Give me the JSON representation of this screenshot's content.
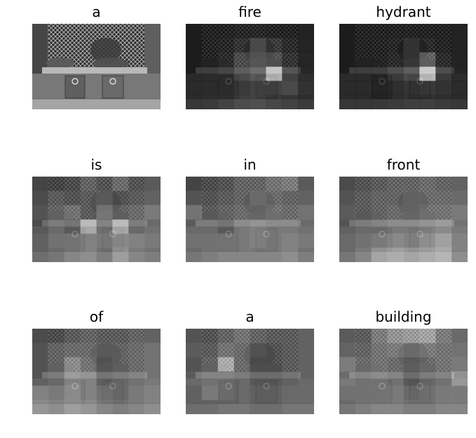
{
  "panels": [
    {
      "title": "a",
      "weights": null
    },
    {
      "title": "fire",
      "weights": [
        [
          0.05,
          0.05,
          0.05,
          0.08,
          0.08,
          0.06,
          0.05,
          0.05
        ],
        [
          0.05,
          0.06,
          0.08,
          0.15,
          0.35,
          0.2,
          0.1,
          0.06
        ],
        [
          0.05,
          0.06,
          0.1,
          0.3,
          0.4,
          0.35,
          0.15,
          0.07
        ],
        [
          0.05,
          0.06,
          0.1,
          0.25,
          0.35,
          0.9,
          0.2,
          0.08
        ],
        [
          0.05,
          0.06,
          0.1,
          0.15,
          0.2,
          0.2,
          0.25,
          0.1
        ],
        [
          0.06,
          0.07,
          0.12,
          0.18,
          0.2,
          0.15,
          0.12,
          0.08
        ]
      ]
    },
    {
      "title": "hydrant",
      "weights": [
        [
          0.05,
          0.05,
          0.05,
          0.05,
          0.05,
          0.05,
          0.05,
          0.05
        ],
        [
          0.05,
          0.05,
          0.06,
          0.08,
          0.2,
          0.1,
          0.06,
          0.05
        ],
        [
          0.05,
          0.05,
          0.06,
          0.1,
          0.2,
          0.45,
          0.1,
          0.05
        ],
        [
          0.05,
          0.05,
          0.06,
          0.15,
          0.25,
          0.95,
          0.15,
          0.06
        ],
        [
          0.05,
          0.05,
          0.06,
          0.08,
          0.12,
          0.15,
          0.1,
          0.06
        ],
        [
          0.05,
          0.05,
          0.06,
          0.08,
          0.1,
          0.1,
          0.08,
          0.06
        ]
      ]
    },
    {
      "title": "is",
      "weights": [
        [
          0.3,
          0.25,
          0.3,
          0.45,
          0.35,
          0.5,
          0.35,
          0.4
        ],
        [
          0.35,
          0.4,
          0.35,
          0.4,
          0.45,
          0.35,
          0.4,
          0.45
        ],
        [
          0.4,
          0.45,
          0.55,
          0.4,
          0.6,
          0.45,
          0.5,
          0.6
        ],
        [
          0.35,
          0.45,
          0.4,
          0.85,
          0.5,
          0.85,
          0.45,
          0.5
        ],
        [
          0.4,
          0.5,
          0.55,
          0.6,
          0.55,
          0.65,
          0.6,
          0.55
        ],
        [
          0.4,
          0.45,
          0.55,
          0.6,
          0.5,
          0.7,
          0.55,
          0.5
        ]
      ]
    },
    {
      "title": "in",
      "weights": [
        [
          0.3,
          0.3,
          0.35,
          0.45,
          0.45,
          0.55,
          0.6,
          0.4
        ],
        [
          0.4,
          0.35,
          0.4,
          0.45,
          0.55,
          0.5,
          0.45,
          0.45
        ],
        [
          0.6,
          0.4,
          0.45,
          0.5,
          0.5,
          0.55,
          0.5,
          0.55
        ],
        [
          0.45,
          0.45,
          0.4,
          0.55,
          0.6,
          0.55,
          0.55,
          0.5
        ],
        [
          0.5,
          0.5,
          0.55,
          0.55,
          0.6,
          0.55,
          0.6,
          0.55
        ],
        [
          0.45,
          0.5,
          0.55,
          0.55,
          0.55,
          0.55,
          0.6,
          0.5
        ]
      ]
    },
    {
      "title": "front",
      "weights": [
        [
          0.35,
          0.35,
          0.4,
          0.45,
          0.45,
          0.5,
          0.45,
          0.45
        ],
        [
          0.4,
          0.4,
          0.45,
          0.45,
          0.5,
          0.5,
          0.5,
          0.5
        ],
        [
          0.45,
          0.4,
          0.45,
          0.5,
          0.5,
          0.55,
          0.55,
          0.6
        ],
        [
          0.4,
          0.45,
          0.5,
          0.55,
          0.55,
          0.6,
          0.65,
          0.55
        ],
        [
          0.45,
          0.5,
          0.6,
          0.65,
          0.6,
          0.7,
          0.8,
          0.6
        ],
        [
          0.45,
          0.55,
          0.75,
          0.8,
          0.75,
          0.8,
          0.85,
          0.6
        ]
      ]
    },
    {
      "title": "of",
      "weights": [
        [
          0.35,
          0.3,
          0.4,
          0.45,
          0.4,
          0.4,
          0.45,
          0.45
        ],
        [
          0.4,
          0.45,
          0.5,
          0.5,
          0.45,
          0.45,
          0.5,
          0.55
        ],
        [
          0.4,
          0.45,
          0.7,
          0.55,
          0.4,
          0.45,
          0.5,
          0.55
        ],
        [
          0.4,
          0.45,
          0.65,
          0.6,
          0.4,
          0.45,
          0.5,
          0.55
        ],
        [
          0.6,
          0.55,
          0.7,
          0.6,
          0.5,
          0.45,
          0.55,
          0.6
        ],
        [
          0.65,
          0.6,
          0.7,
          0.65,
          0.55,
          0.5,
          0.55,
          0.6
        ]
      ]
    },
    {
      "title": "a",
      "weights": [
        [
          0.4,
          0.35,
          0.45,
          0.55,
          0.45,
          0.4,
          0.4,
          0.45
        ],
        [
          0.45,
          0.4,
          0.55,
          0.5,
          0.4,
          0.35,
          0.4,
          0.45
        ],
        [
          0.4,
          0.45,
          0.9,
          0.5,
          0.35,
          0.35,
          0.4,
          0.45
        ],
        [
          0.45,
          0.5,
          0.5,
          0.45,
          0.35,
          0.35,
          0.4,
          0.45
        ],
        [
          0.4,
          0.55,
          0.5,
          0.45,
          0.4,
          0.4,
          0.45,
          0.45
        ],
        [
          0.4,
          0.4,
          0.45,
          0.45,
          0.4,
          0.4,
          0.45,
          0.45
        ]
      ]
    },
    {
      "title": "building",
      "weights": [
        [
          0.45,
          0.4,
          0.6,
          0.75,
          0.8,
          0.85,
          0.6,
          0.5
        ],
        [
          0.5,
          0.45,
          0.55,
          0.6,
          0.55,
          0.6,
          0.55,
          0.55
        ],
        [
          0.65,
          0.5,
          0.55,
          0.5,
          0.45,
          0.5,
          0.55,
          0.6
        ],
        [
          0.55,
          0.5,
          0.55,
          0.5,
          0.35,
          0.45,
          0.5,
          0.75
        ],
        [
          0.5,
          0.5,
          0.55,
          0.55,
          0.45,
          0.5,
          0.55,
          0.55
        ],
        [
          0.45,
          0.5,
          0.55,
          0.55,
          0.5,
          0.5,
          0.55,
          0.55
        ]
      ]
    }
  ]
}
